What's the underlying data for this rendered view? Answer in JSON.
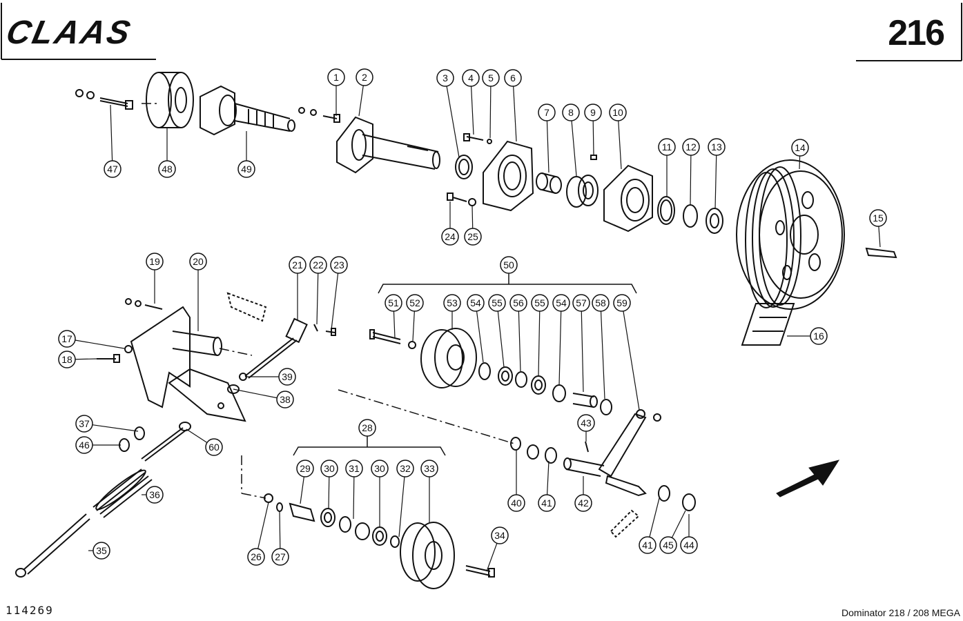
{
  "header": {
    "brand": "CLAAS",
    "page_number": "216"
  },
  "footer": {
    "figure_id": "114269",
    "model": "Dominator 218 / 208 MEGA"
  },
  "callouts": [
    {
      "id": "c1",
      "label": "1"
    },
    {
      "id": "c2",
      "label": "2"
    },
    {
      "id": "c3",
      "label": "3"
    },
    {
      "id": "c4",
      "label": "4"
    },
    {
      "id": "c5",
      "label": "5"
    },
    {
      "id": "c6",
      "label": "6"
    },
    {
      "id": "c7",
      "label": "7"
    },
    {
      "id": "c8",
      "label": "8"
    },
    {
      "id": "c9",
      "label": "9"
    },
    {
      "id": "c10",
      "label": "10"
    },
    {
      "id": "c11",
      "label": "11"
    },
    {
      "id": "c12",
      "label": "12"
    },
    {
      "id": "c13",
      "label": "13"
    },
    {
      "id": "c14",
      "label": "14"
    },
    {
      "id": "c15",
      "label": "15"
    },
    {
      "id": "c16",
      "label": "16"
    },
    {
      "id": "c17",
      "label": "17"
    },
    {
      "id": "c18",
      "label": "18"
    },
    {
      "id": "c19",
      "label": "19"
    },
    {
      "id": "c20",
      "label": "20"
    },
    {
      "id": "c21",
      "label": "21"
    },
    {
      "id": "c22",
      "label": "22"
    },
    {
      "id": "c23",
      "label": "23"
    },
    {
      "id": "c24",
      "label": "24"
    },
    {
      "id": "c25",
      "label": "25"
    },
    {
      "id": "c26",
      "label": "26"
    },
    {
      "id": "c27",
      "label": "27"
    },
    {
      "id": "c28",
      "label": "28"
    },
    {
      "id": "c29",
      "label": "29"
    },
    {
      "id": "c30a",
      "label": "30"
    },
    {
      "id": "c31",
      "label": "31"
    },
    {
      "id": "c30b",
      "label": "30"
    },
    {
      "id": "c32",
      "label": "32"
    },
    {
      "id": "c33",
      "label": "33"
    },
    {
      "id": "c34",
      "label": "34"
    },
    {
      "id": "c35",
      "label": "35"
    },
    {
      "id": "c36",
      "label": "36"
    },
    {
      "id": "c37",
      "label": "37"
    },
    {
      "id": "c38",
      "label": "38"
    },
    {
      "id": "c39",
      "label": "39"
    },
    {
      "id": "c40",
      "label": "40"
    },
    {
      "id": "c41a",
      "label": "41"
    },
    {
      "id": "c42",
      "label": "42"
    },
    {
      "id": "c43",
      "label": "43"
    },
    {
      "id": "c41b",
      "label": "41"
    },
    {
      "id": "c45",
      "label": "45"
    },
    {
      "id": "c44",
      "label": "44"
    },
    {
      "id": "c46",
      "label": "46"
    },
    {
      "id": "c47",
      "label": "47"
    },
    {
      "id": "c48",
      "label": "48"
    },
    {
      "id": "c49",
      "label": "49"
    },
    {
      "id": "c50",
      "label": "50"
    },
    {
      "id": "c51",
      "label": "51"
    },
    {
      "id": "c52",
      "label": "52"
    },
    {
      "id": "c53",
      "label": "53"
    },
    {
      "id": "c54a",
      "label": "54"
    },
    {
      "id": "c55a",
      "label": "55"
    },
    {
      "id": "c56",
      "label": "56"
    },
    {
      "id": "c55b",
      "label": "55"
    },
    {
      "id": "c54b",
      "label": "54"
    },
    {
      "id": "c57",
      "label": "57"
    },
    {
      "id": "c58",
      "label": "58"
    },
    {
      "id": "c59",
      "label": "59"
    },
    {
      "id": "c60",
      "label": "60"
    }
  ]
}
